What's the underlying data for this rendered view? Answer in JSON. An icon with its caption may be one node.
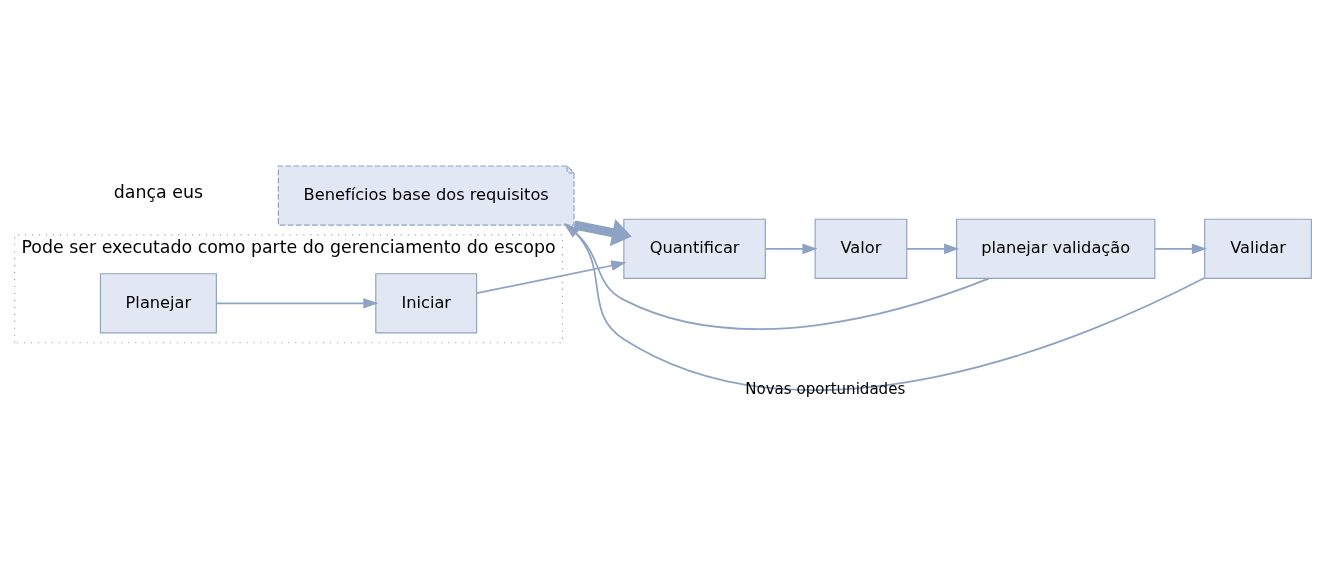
{
  "diagram": {
    "nodes": [
      {
        "text": [
          "Benefícios base dos requisitos"
        ]
      },
      {
        "text": [
          "Quantificar"
        ]
      },
      {
        "text": [
          "Valor"
        ]
      },
      {
        "text": [
          "planejar validação"
        ]
      },
      {
        "text": [
          "Validar"
        ]
      },
      {
        "text": [
          "Pode ser executado como parte do gerenciamento do escopo"
        ]
      },
      {
        "text": [
          "Planejar"
        ],
        "in": 5
      },
      {
        "text": [
          "Iniciar"
        ],
        "in": 5
      }
    ],
    "edges": [
      {
        "from": 0,
        "to": 1,
        "arrow": "to",
        "style": "thick"
      },
      {
        "from": 1,
        "to": 2,
        "arrow": "to"
      },
      {
        "from": 2,
        "to": 3,
        "arrow": "to"
      },
      {
        "from": 3,
        "to": 4,
        "arrow": "to"
      },
      {
        "from": 4,
        "to": 0,
        "arrow": "to",
        "label": "Novas oportunidades"
      },
      {
        "from": 3,
        "to": 0,
        "arrow": "to"
      },
      {
        "from": 6,
        "to": 7,
        "arrow": "to"
      },
      {
        "from": 7,
        "to": 1,
        "arrow": "to"
      }
    ],
    "labels": [
      "dança eus"
    ]
  }
}
